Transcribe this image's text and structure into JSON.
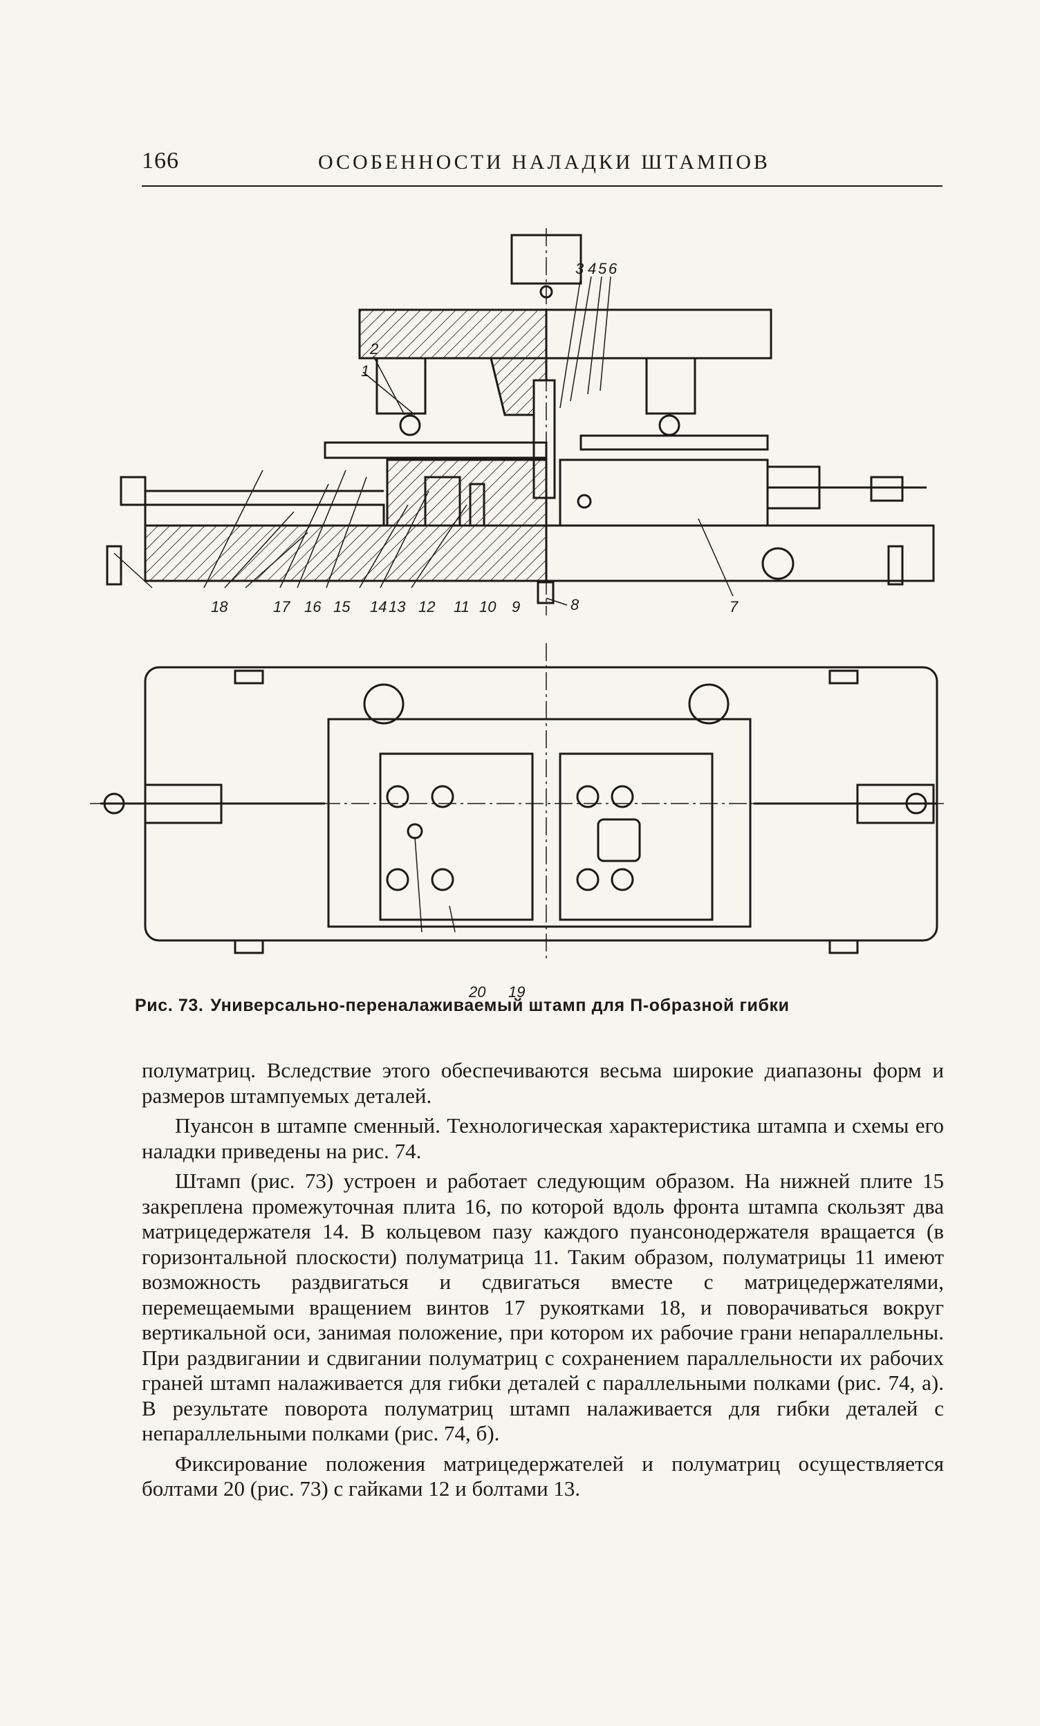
{
  "header": {
    "page_number": "166",
    "running_title": "ОСОБЕННОСТИ НАЛАДКИ ШТАМПОВ"
  },
  "figure": {
    "callouts": [
      "1",
      "2",
      "3",
      "4",
      "5",
      "6",
      "7",
      "8",
      "9",
      "10",
      "11",
      "12",
      "13",
      "14",
      "15",
      "16",
      "17",
      "18",
      "19",
      "20"
    ]
  },
  "caption": {
    "label": "Рис. 73.",
    "text": "Универсально-переналаживаемый штамп для П-образной гибки"
  },
  "paragraphs": [
    "полуматриц. Вследствие этого обеспечиваются весьма широкие диапазоны форм и размеров штампуемых деталей.",
    "Пуансон в штампе сменный. Технологическая характеристика штампа и схемы его наладки приведены на рис. 74.",
    "Штамп (рис. 73) устроен и работает следующим образом. На нижней плите 15 закреплена промежуточная плита 16, по которой вдоль фронта штампа скользят два матрицедержателя 14. В кольцевом пазу каждого пуансонодержателя вращается (в горизонтальной плоскости) полуматрица 11. Таким образом, полуматрицы 11 имеют возможность раздвигаться и сдвигаться вместе с матрицедержателями, перемещаемыми вращением винтов 17 рукоятками 18, и поворачиваться вокруг вертикальной оси, занимая положение, при котором их рабочие грани непараллельны. При раздвигании и сдвигании полуматриц с сохранением параллельности их рабочих граней штамп налаживается для гибки деталей с параллельными полками (рис. 74, а). В результате поворота полуматриц штамп налаживается для гибки деталей с непараллельными полками (рис. 74, б).",
    "Фиксирование положения матрицедержателей и полуматриц осуществляется болтами 20 (рис. 73) с гайками 12 и болтами 13."
  ]
}
